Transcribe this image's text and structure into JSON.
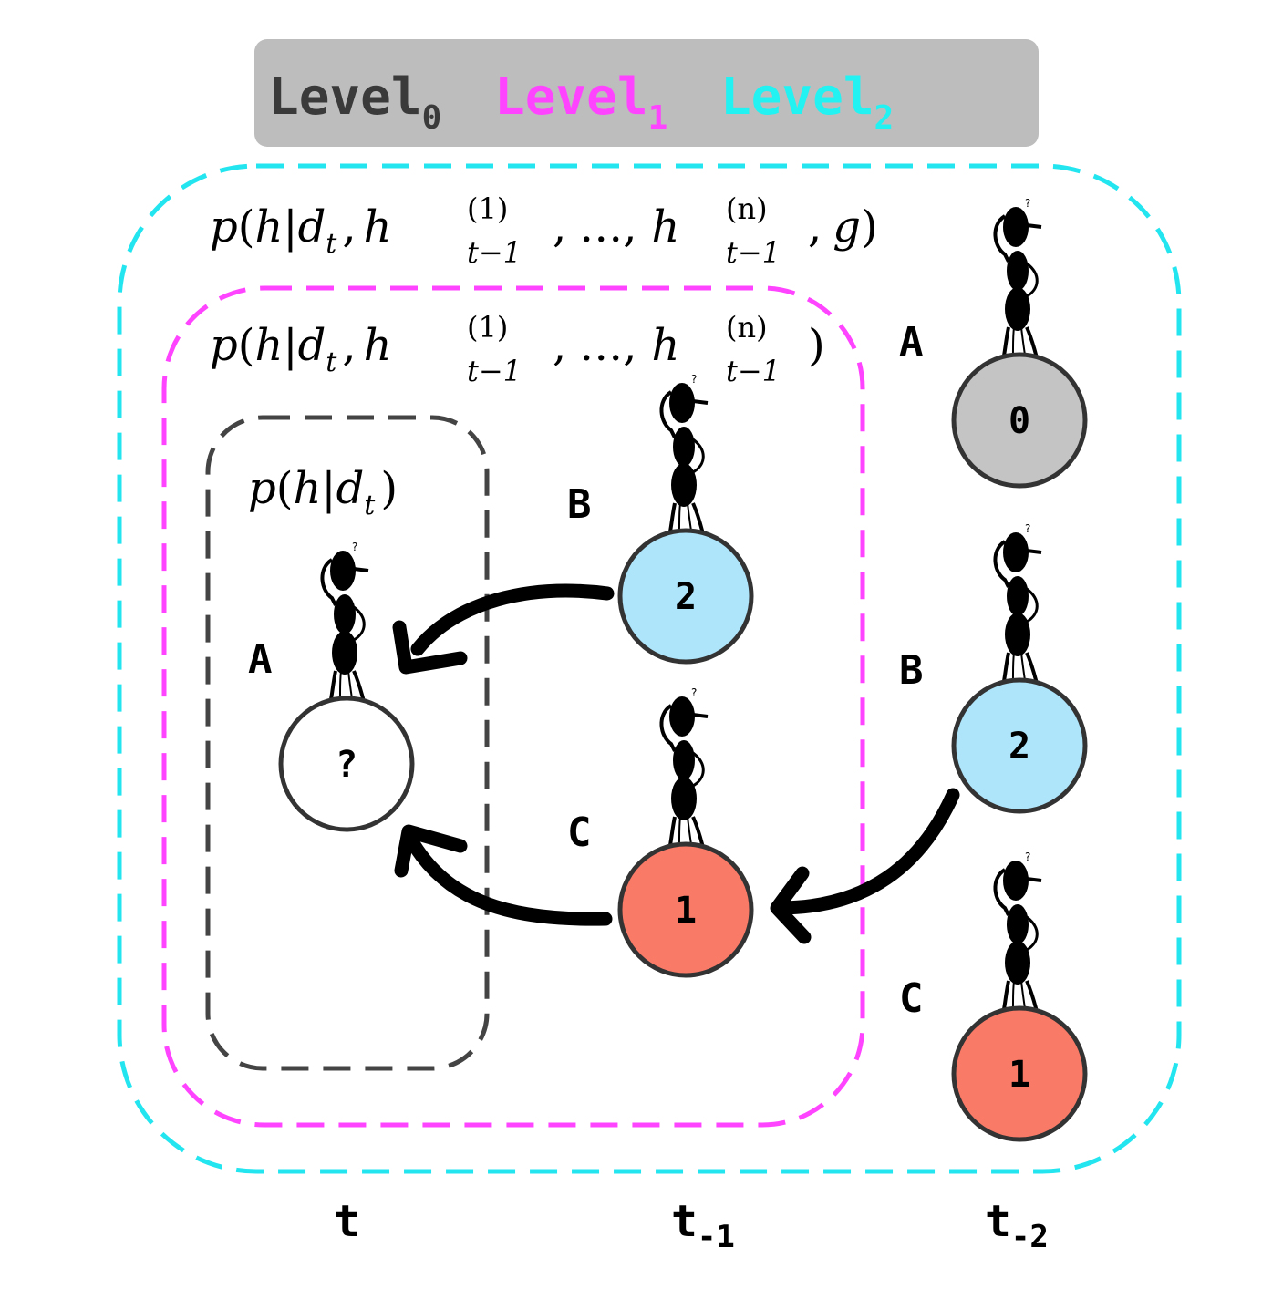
{
  "legend": {
    "background": "#bdbdbd",
    "level0": {
      "base": "Level",
      "sub": "0",
      "color": "#3a3a3a"
    },
    "level1": {
      "base": "Level",
      "sub": "1",
      "color": "#ff44ff"
    },
    "level2": {
      "base": "Level",
      "sub": "2",
      "color": "#22f2f2"
    }
  },
  "boxes": {
    "level0_color": "#444444",
    "level1_color": "#ff44ff",
    "level2_color": "#22e5f0"
  },
  "formulas": {
    "level2": {
      "p": "p",
      "open": "(",
      "h": "h",
      "bar": "|",
      "d": "d",
      "t": "t",
      "comma": ",",
      "h1": "h",
      "sup1": "(1)",
      "sub1": "t−1",
      "dots": "…",
      "hn": "h",
      "supn": "(n)",
      "subn": "t−1",
      "g": "g",
      "close": ")"
    },
    "level1": {
      "p": "p",
      "open": "(",
      "h": "h",
      "bar": "|",
      "d": "d",
      "t": "t",
      "comma": ",",
      "h1": "h",
      "sup1": "(1)",
      "sub1": "t−1",
      "dots": "…",
      "hn": "h",
      "supn": "(n)",
      "subn": "t−1",
      "close": ")"
    },
    "level0": {
      "p": "p",
      "open": "(",
      "h": "h",
      "bar": "|",
      "d": "d",
      "t": "t",
      "close": ")"
    }
  },
  "agents": [
    {
      "id": "t-A",
      "label": "A",
      "value": "?",
      "fill": "#ffffff",
      "icon": "ant-icon"
    },
    {
      "id": "t1-B",
      "label": "B",
      "value": "2",
      "fill": "#aee5fb",
      "icon": "ant-icon"
    },
    {
      "id": "t1-C",
      "label": "C",
      "value": "1",
      "fill": "#fa7a68",
      "icon": "ant-icon"
    },
    {
      "id": "t2-A",
      "label": "A",
      "value": "0",
      "fill": "#c4c4c4",
      "icon": "ant-icon"
    },
    {
      "id": "t2-B",
      "label": "B",
      "value": "2",
      "fill": "#aee5fb",
      "icon": "ant-icon"
    },
    {
      "id": "t2-C",
      "label": "C",
      "value": "1",
      "fill": "#fa7a68",
      "icon": "ant-icon"
    }
  ],
  "arrows": [
    {
      "from": "t1-B",
      "to": "t-A"
    },
    {
      "from": "t1-C",
      "to": "t-A"
    },
    {
      "from": "t2-B",
      "to": "t1-C"
    }
  ],
  "time_labels": [
    {
      "base": "t",
      "sub": ""
    },
    {
      "base": "t",
      "sub": "-1"
    },
    {
      "base": "t",
      "sub": "-2"
    }
  ]
}
